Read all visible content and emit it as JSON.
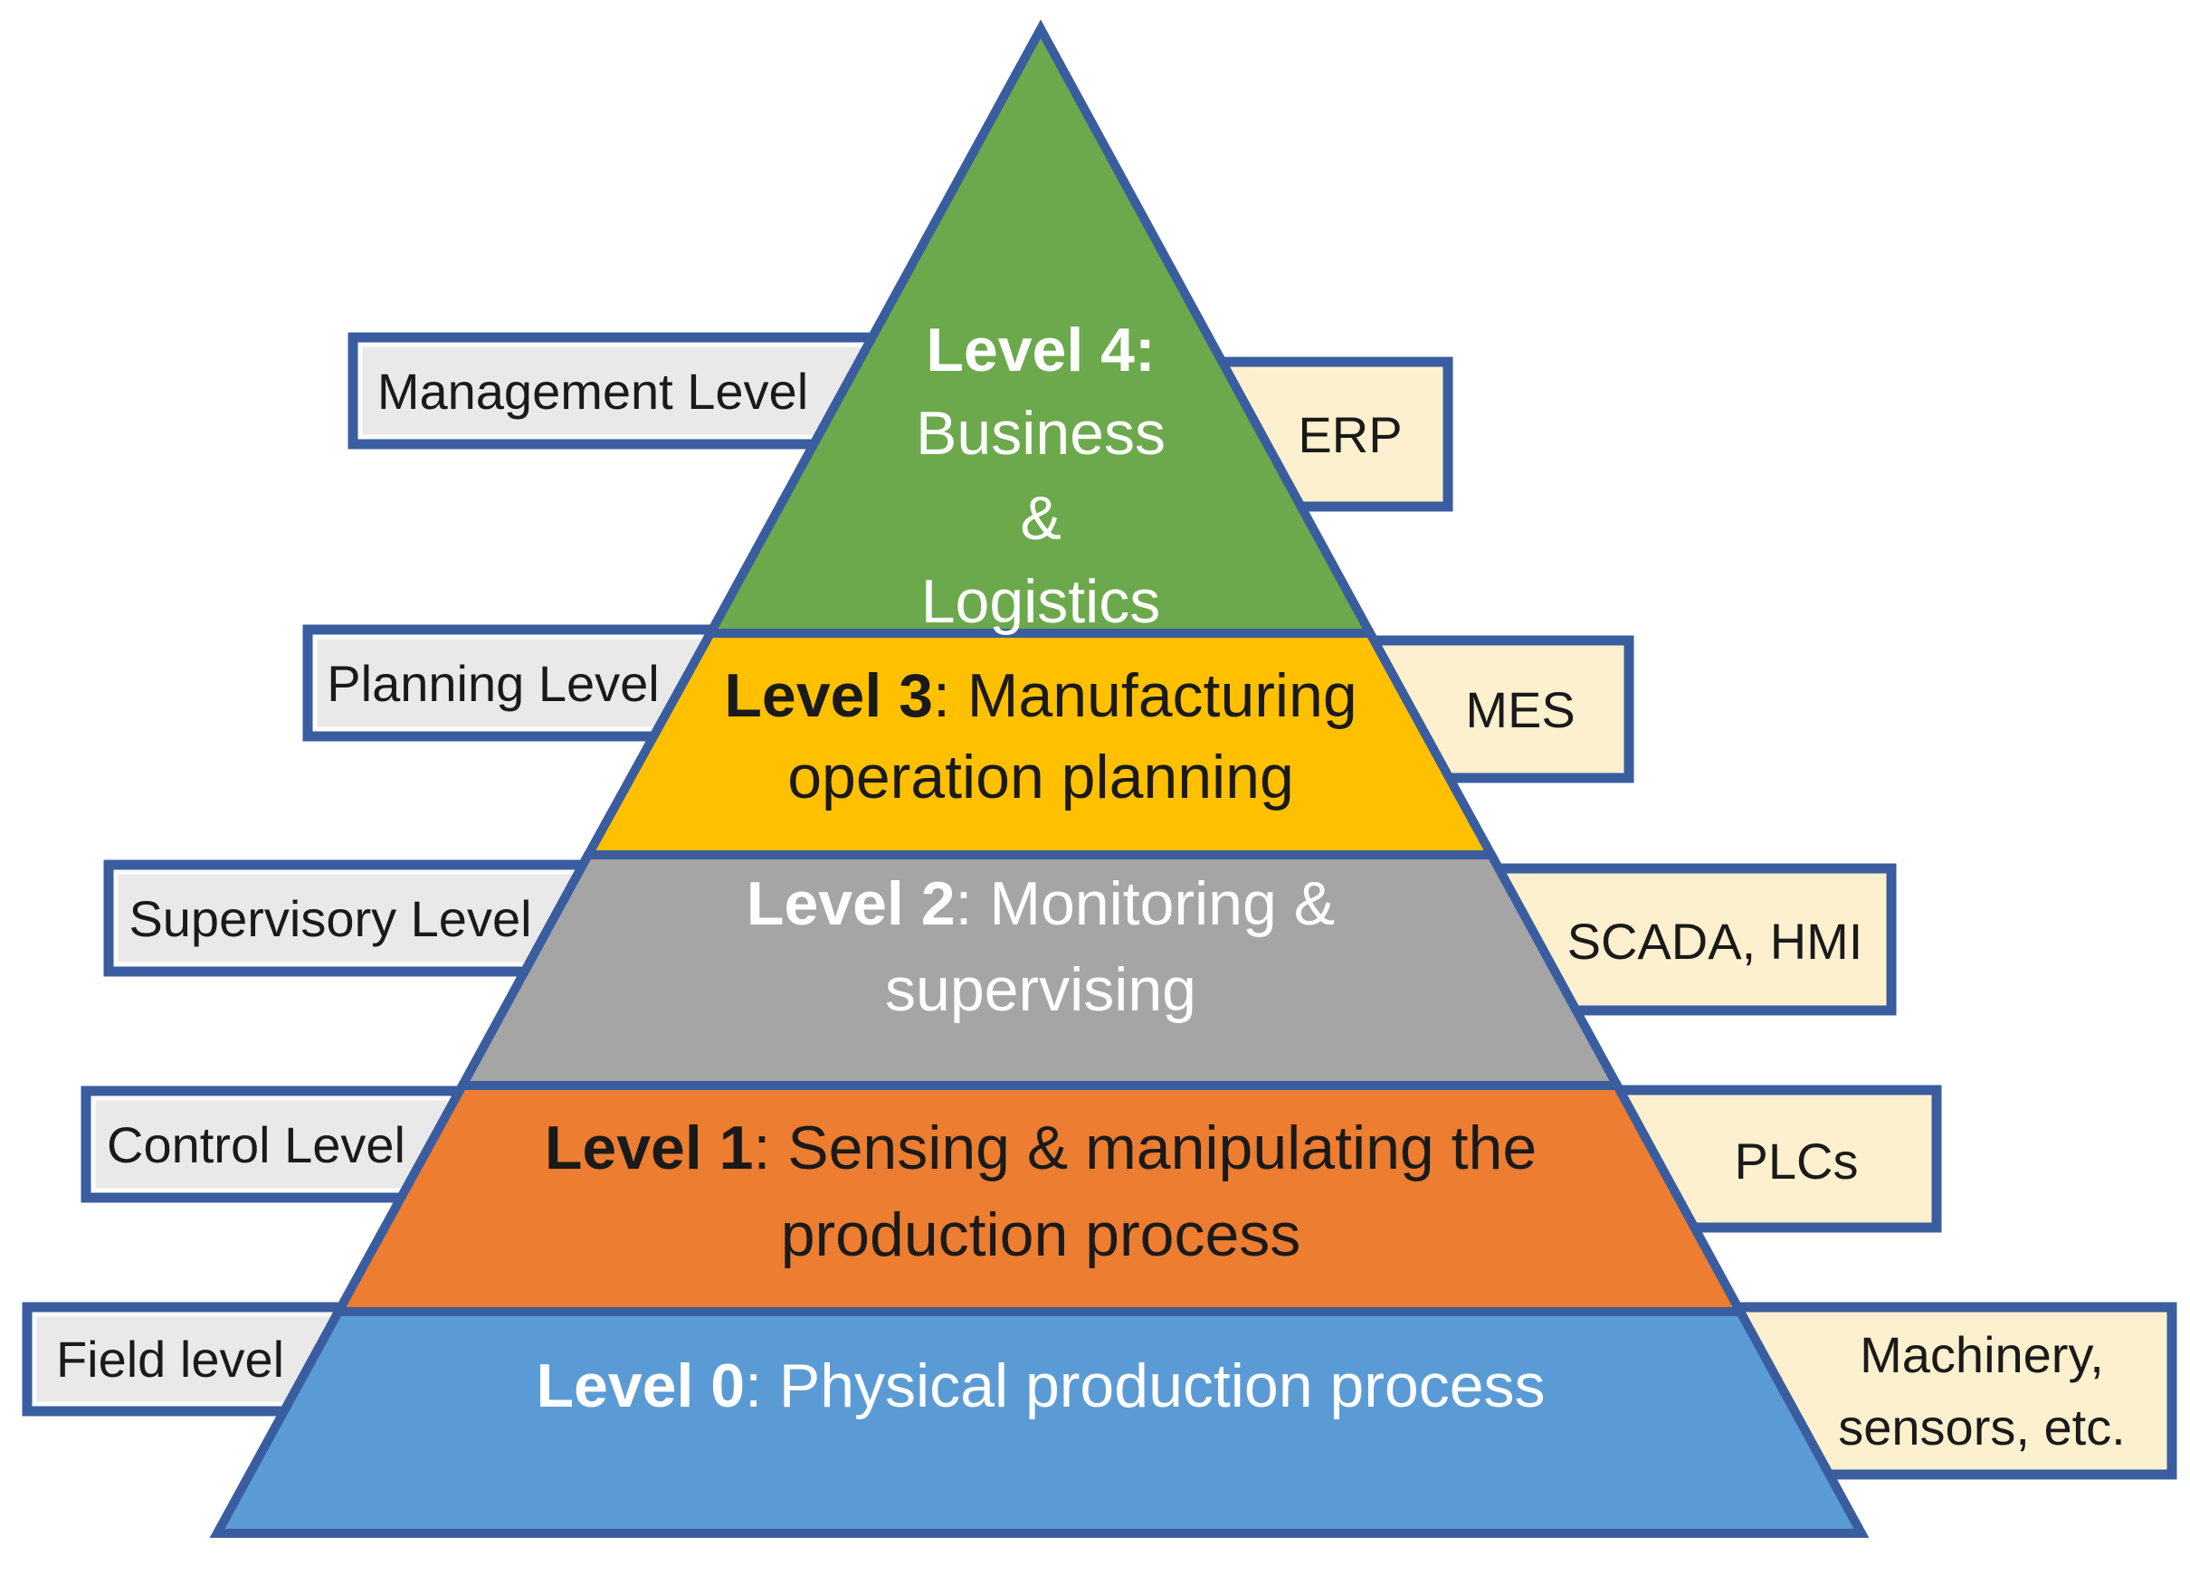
{
  "pyramid": {
    "description": "Industrial automation pyramid with five levels",
    "colors": {
      "border": "#3A5DA0",
      "left_label_bg": "#E9E9E9",
      "right_label_bg": "#FCF0CE",
      "label_text": "#1A1A1A",
      "background": "#FFFFFF"
    },
    "levels": [
      {
        "id": "level-4",
        "left_label": "Management Level",
        "right_label": "ERP",
        "band_color": "#6CA94C",
        "text_color": "#FFFFFF",
        "title": "Level 4:",
        "lines": [
          "Business",
          "&",
          "Logistics"
        ]
      },
      {
        "id": "level-3",
        "left_label": "Planning Level",
        "right_label": "MES",
        "band_color": "#FFC000",
        "text_color": "#1A1A1A",
        "title": "Level 3",
        "title_rest": ": Manufacturing",
        "line2": "operation planning"
      },
      {
        "id": "level-2",
        "left_label": "Supervisory Level",
        "right_label": "SCADA, HMI",
        "band_color": "#A5A5A5",
        "text_color": "#FFFFFF",
        "title": "Level 2",
        "title_rest": ": Monitoring &",
        "line2": "supervising"
      },
      {
        "id": "level-1",
        "left_label": "Control Level",
        "right_label": "PLCs",
        "band_color": "#ED7D31",
        "text_color": "#1A1A1A",
        "title": "Level 1",
        "title_rest": ": Sensing & manipulating the",
        "line2": "production process"
      },
      {
        "id": "level-0",
        "left_label": "Field level",
        "right_label_lines": [
          "Machinery,",
          "sensors, etc."
        ],
        "band_color": "#5B9BD5",
        "text_color": "#FFFFFF",
        "title": "Level 0",
        "title_rest": ": Physical production process"
      }
    ]
  }
}
